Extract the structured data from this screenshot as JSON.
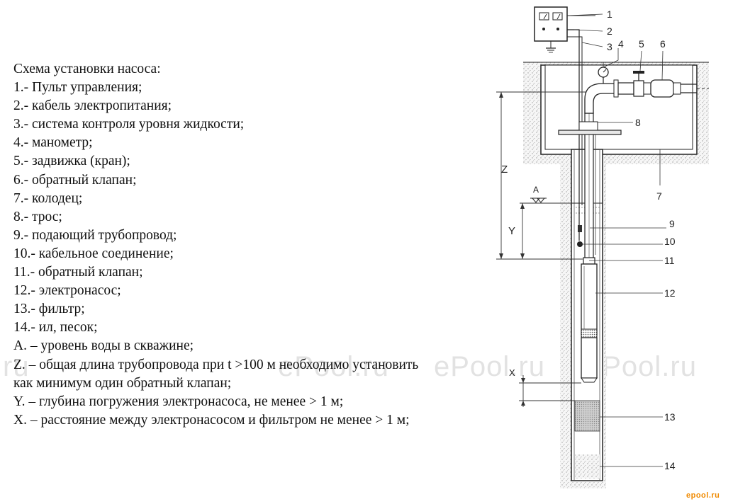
{
  "legend": {
    "title": "Схема установки насоса:",
    "items": [
      "1.- Пульт управления;",
      "2.- кабель электропитания;",
      "3.- система контроля уровня жидкости;",
      "4.- манометр;",
      "5.- задвижка (кран);",
      "6.- обратный клапан;",
      "7.- колодец;",
      "8.- трос;",
      "9.- подающий трубопровод;",
      "10.- кабельное соединение;",
      "11.- обратный клапан;",
      "12.- электронасос;",
      "13.- фильтр;",
      "14.- ил, песок;",
      "A. – уровень воды в скважине;",
      "Z. – общая длина трубопровода при t >100 м необходимо установить как минимум один обратный клапан;",
      "Y. – глубина погружения электронасоса, не менее > 1 м;",
      "X. – расстояние между электронасосом и фильтром не менее > 1 м;"
    ]
  },
  "diagram": {
    "numbers": [
      "1",
      "2",
      "3",
      "4",
      "5",
      "6",
      "7",
      "8",
      "9",
      "10",
      "11",
      "12",
      "13",
      "14"
    ],
    "dims": {
      "z": "Z",
      "y": "Y",
      "x": "X",
      "a": "A"
    }
  },
  "watermark": {
    "left": "l.ru",
    "middle": "ePool.ru",
    "right_a": "ePool.ru",
    "right_b": "ePool.ru"
  },
  "logo": "epool.ru"
}
